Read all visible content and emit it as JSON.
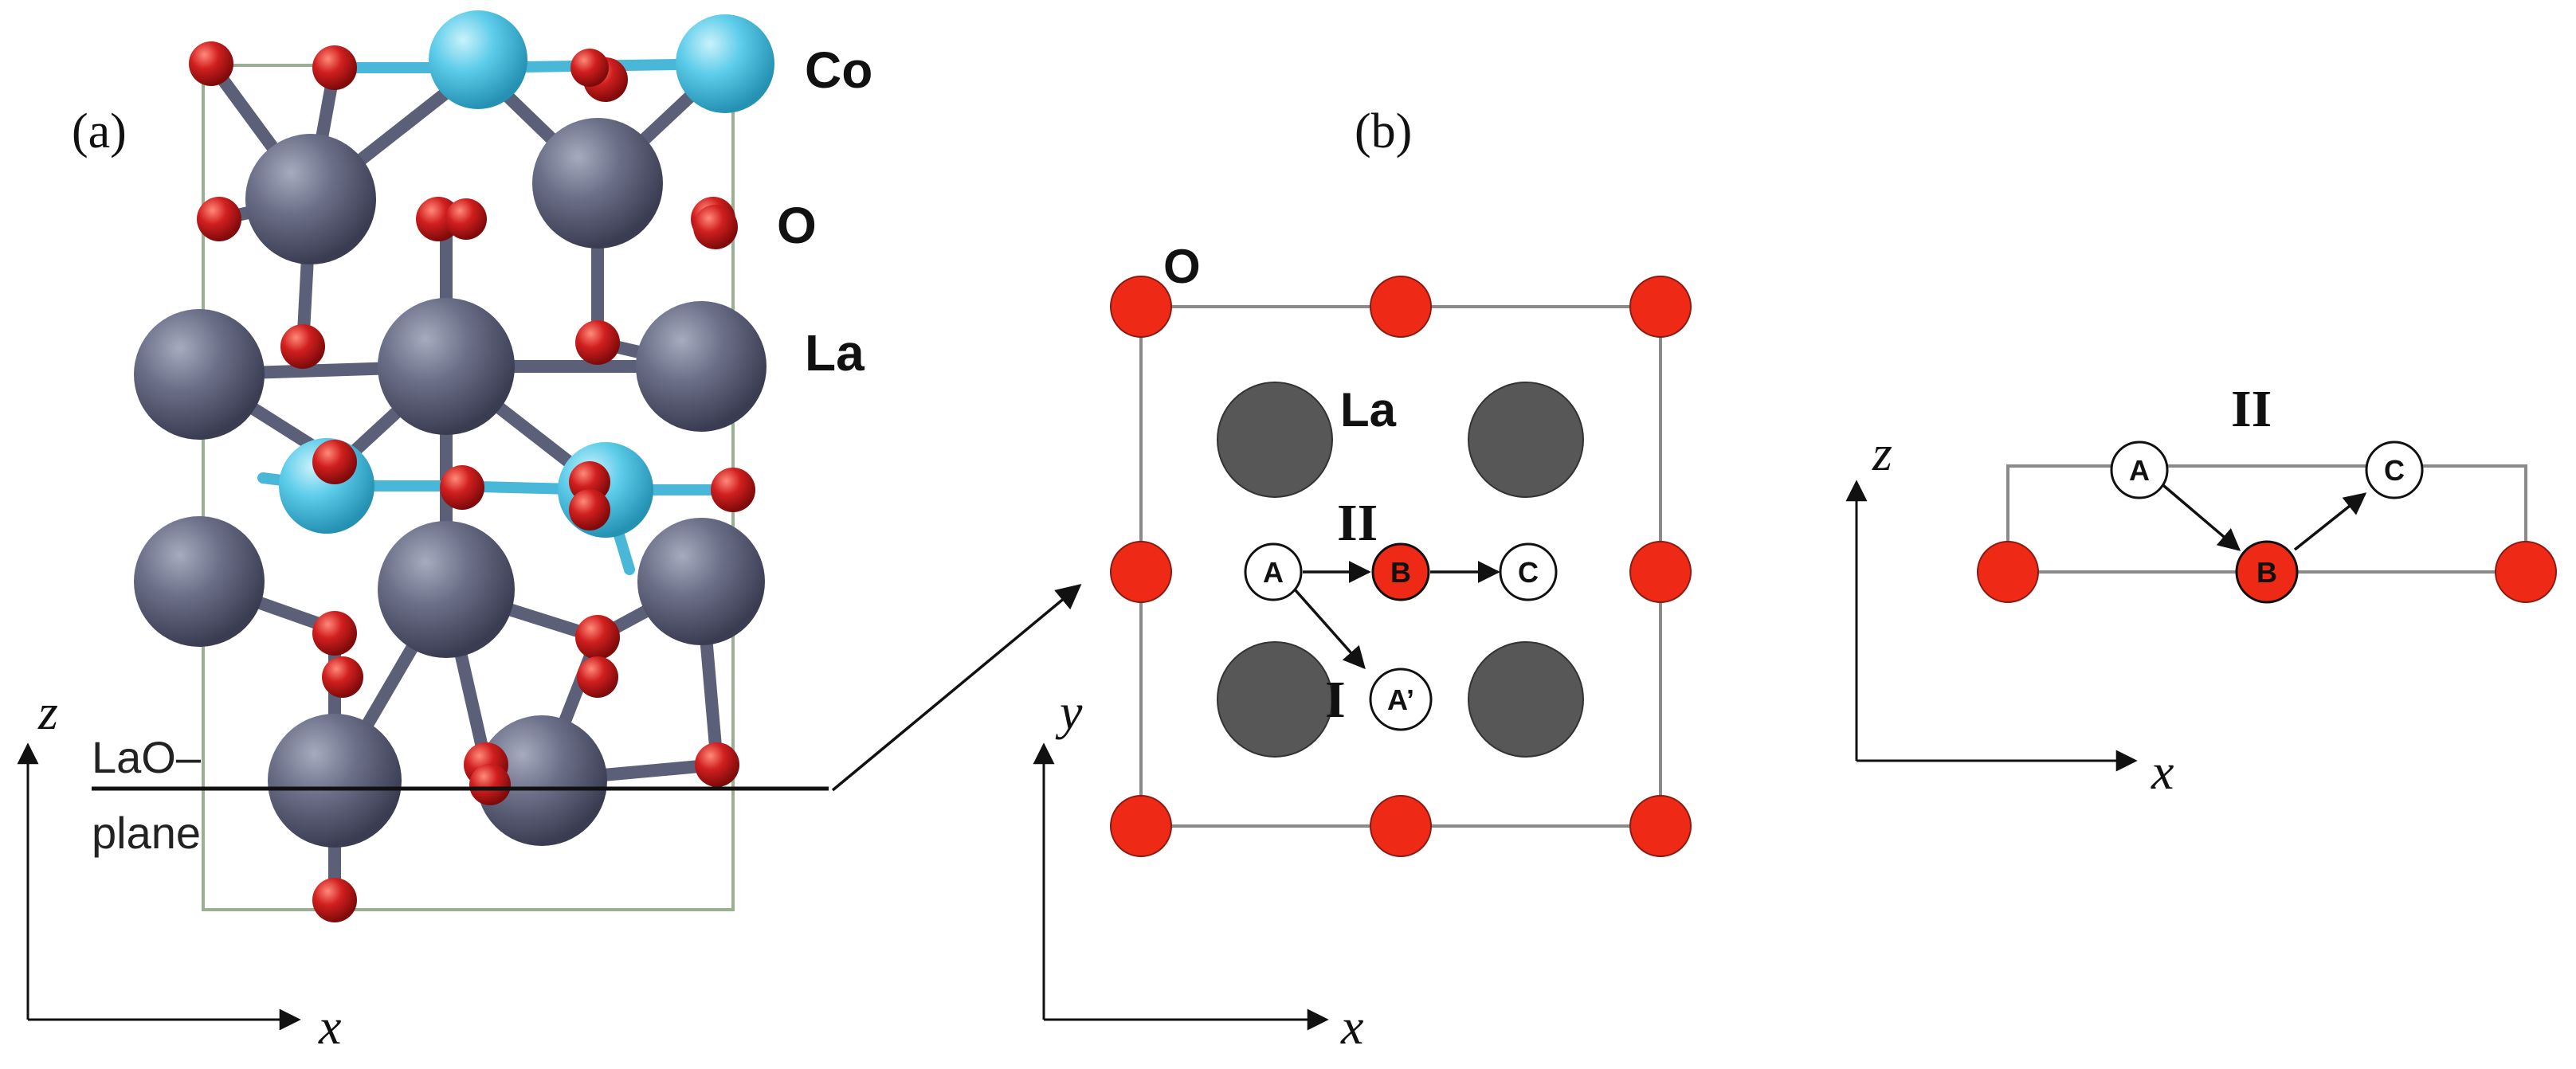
{
  "panel_a": {
    "label": "(a)",
    "legend": {
      "co": "Co",
      "o": "O",
      "la": "La"
    },
    "plane_label_line1": "LaO–",
    "plane_label_line2": "plane",
    "axis_z": "z",
    "axis_x": "x",
    "colors": {
      "la": "#5b5f78",
      "co": "#4cc4e0",
      "o": "#cc1a1a",
      "cell": "#9aaf93"
    }
  },
  "panel_b": {
    "label": "(b)",
    "top_view": {
      "label_o": "O",
      "label_la": "La",
      "path_II": "II",
      "path_I": "I",
      "site_a": "A",
      "site_b": "B",
      "site_c": "C",
      "site_a_prime": "A’",
      "axis_y": "y",
      "axis_x": "x"
    },
    "side_view": {
      "path_II": "II",
      "site_a": "A",
      "site_b": "B",
      "site_c": "C",
      "axis_z": "z",
      "axis_x": "x"
    },
    "colors": {
      "oxygen": "#ee2a17",
      "lanthanum": "#575757",
      "site_white": "#ffffff"
    }
  }
}
